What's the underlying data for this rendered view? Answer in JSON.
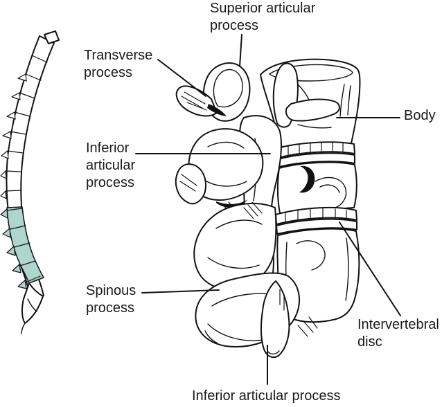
{
  "palette": {
    "ink": "#111111",
    "highlight": "#aed5ce",
    "background": "#ffffff"
  },
  "labels": {
    "superior_articular_process": {
      "line1": "Superior articular",
      "line2": "process"
    },
    "transverse_process": {
      "line1": "Transverse",
      "line2": "process"
    },
    "body": {
      "line1": "Body"
    },
    "inferior_articular_process": {
      "line1": "Inferior",
      "line2": "articular",
      "line3": "process"
    },
    "spinous_process": {
      "line1": "Spinous",
      "line2": "process"
    },
    "intervertebral_disc": {
      "line1": "Intervertebral",
      "line2": "disc"
    },
    "inferior_articular_process_bottom": {
      "line1": "Inferior articular process"
    }
  }
}
